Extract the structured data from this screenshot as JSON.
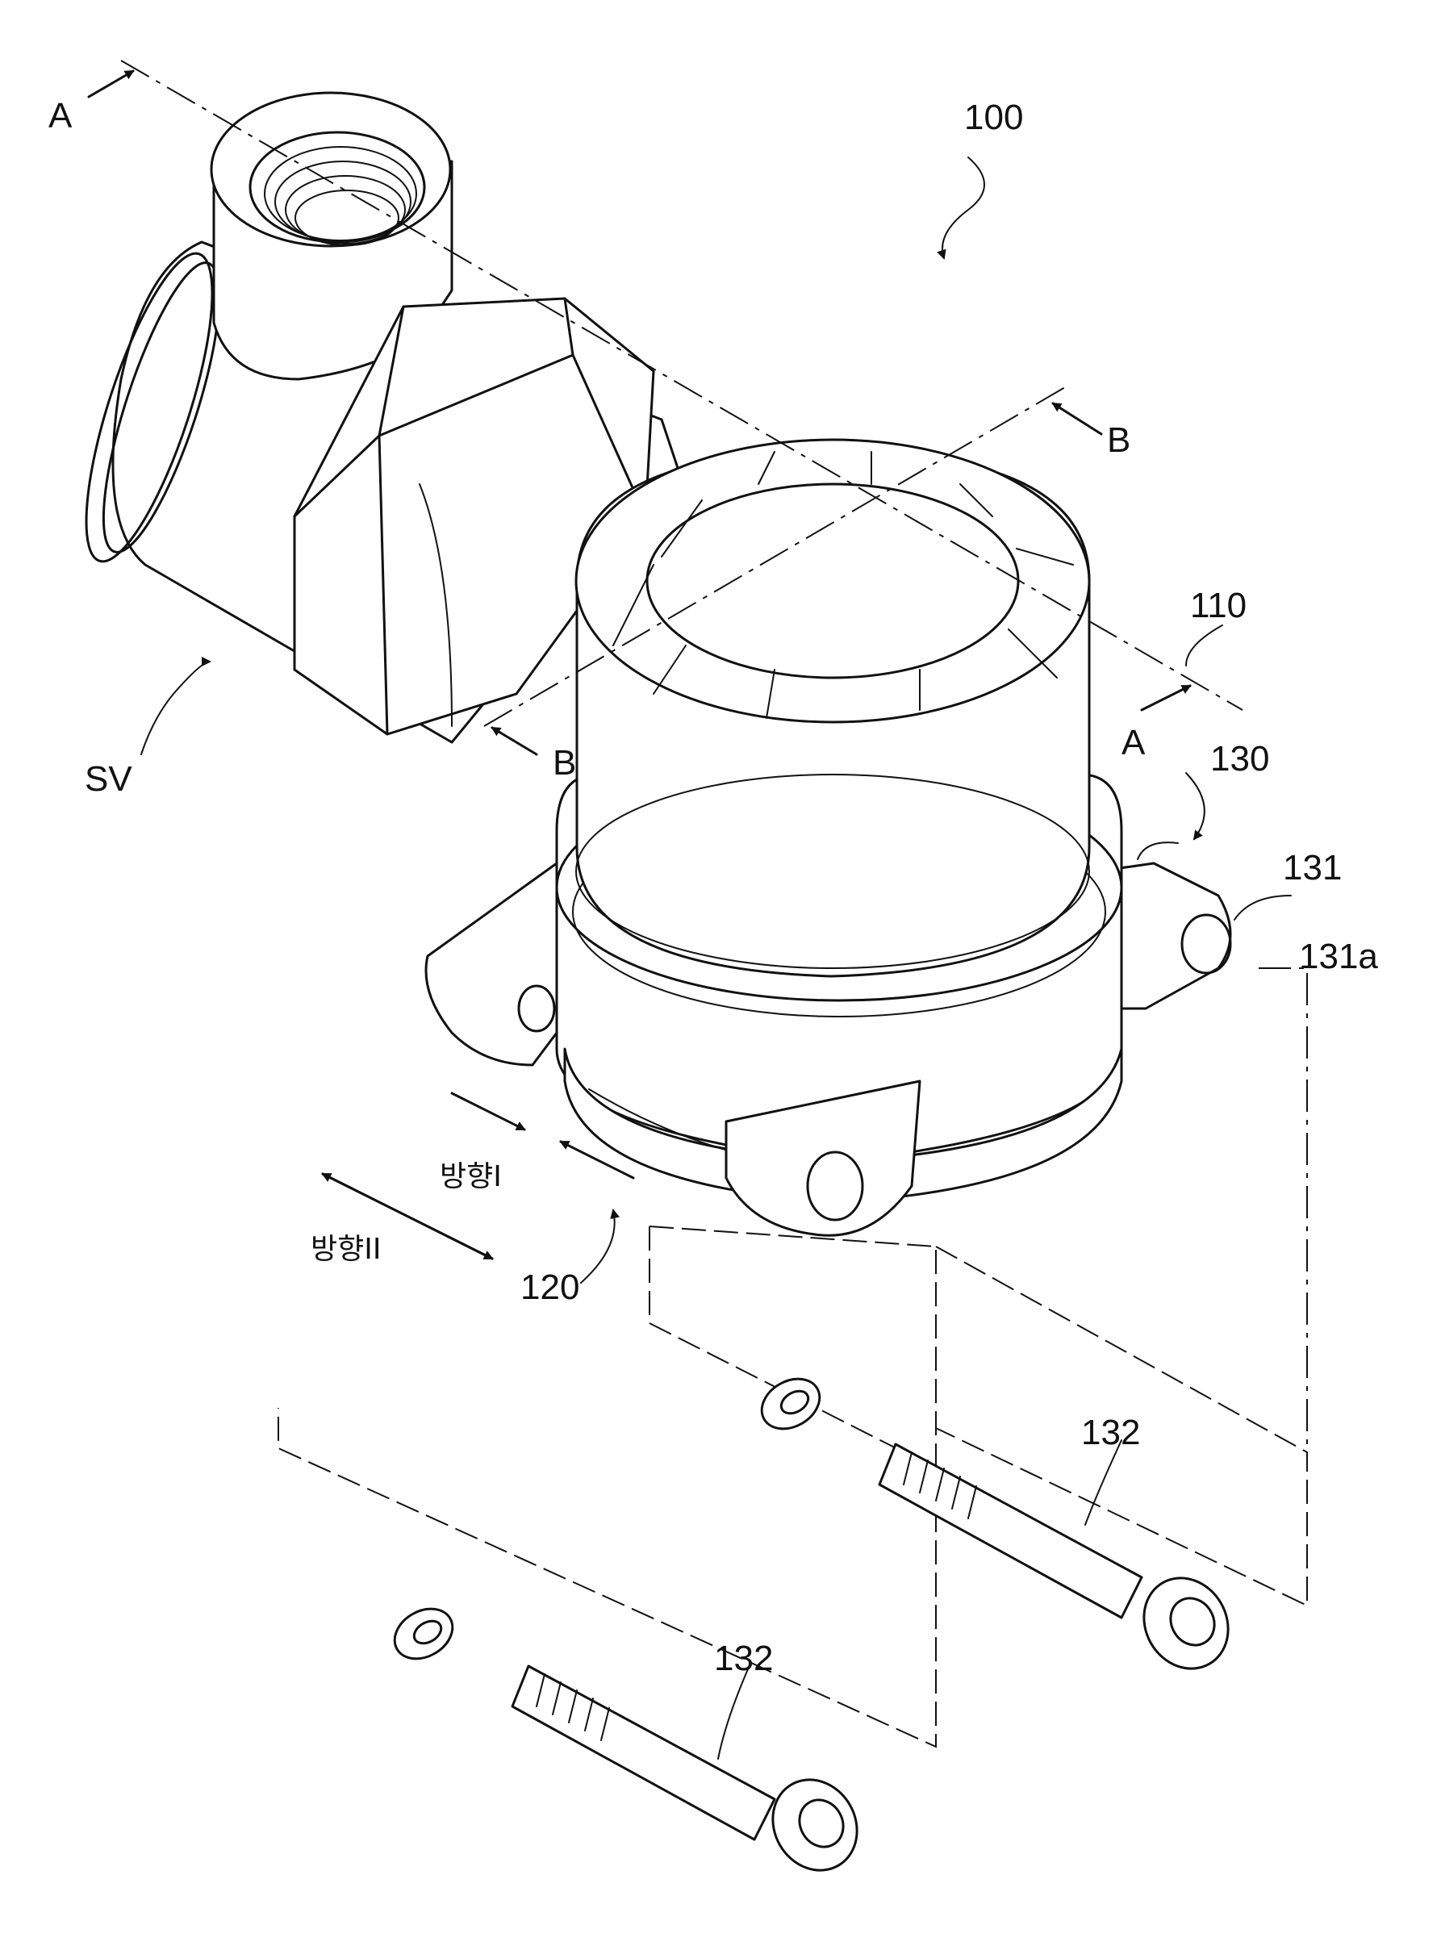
{
  "labels": {
    "device": "100",
    "section_a_top": "A",
    "section_a_bottom": "A",
    "section_b_top": "B",
    "section_b_bottom": "B",
    "sensor_cap": "110",
    "mount_assembly": "130",
    "bracket": "131",
    "bracket_hole": "131a",
    "clamp": "120",
    "valve": "SV",
    "direction_1": "방향I",
    "direction_2": "방향II",
    "bolt_a": "132",
    "bolt_b": "132"
  }
}
